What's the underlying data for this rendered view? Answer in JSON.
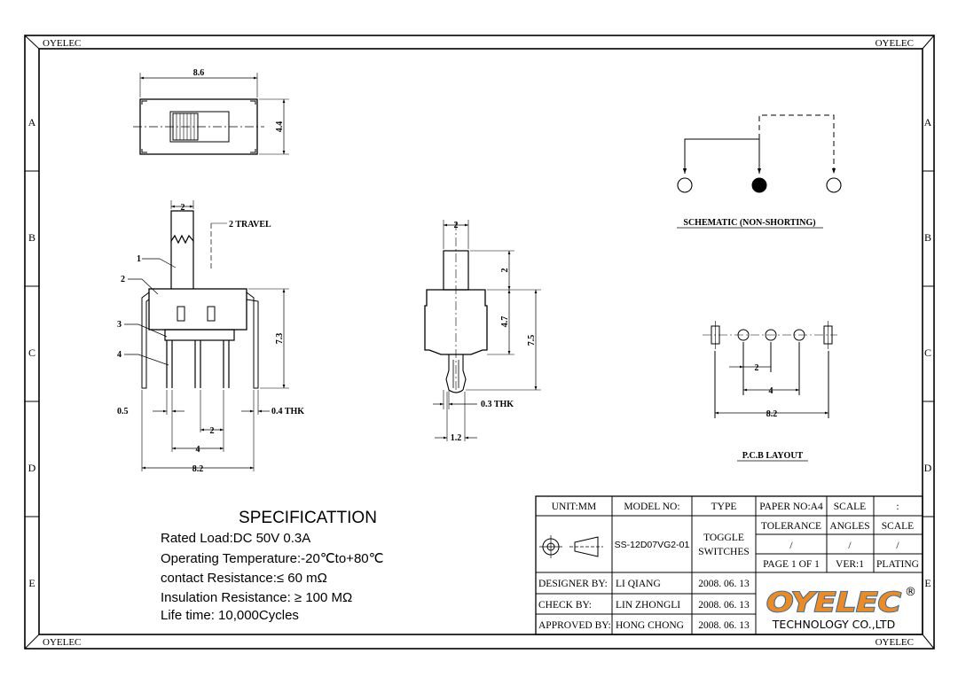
{
  "sheet": {
    "corner_brand": "OYELEC",
    "zones": [
      "A",
      "B",
      "C",
      "D",
      "E"
    ]
  },
  "views": {
    "top": {
      "dim_width": "8.6",
      "dim_height": "4.4"
    },
    "front": {
      "dim_pitch_top": "2",
      "travel_label": "2 TRAVEL",
      "callouts": [
        "1",
        "2",
        "3",
        "4"
      ],
      "dim_height": "7.3",
      "dim_pin": "0.5",
      "dim_thk": "0.4 THK",
      "dim_pitch": "2",
      "dim_span": "4",
      "dim_overall": "8.2"
    },
    "side": {
      "dim_width": "2",
      "dim_actuator": "2",
      "dim_body": "4.7",
      "dim_total": "7.5",
      "dim_thk": "0.3 THK",
      "dim_pin": "1.2"
    }
  },
  "schematic": {
    "title": "SCHEMATIC (NON-SHORTING)"
  },
  "pcb": {
    "title": "P.C.B LAYOUT",
    "dim_pitch": "2",
    "dim_span": "4",
    "dim_overall": "8.2"
  },
  "specification": {
    "title": "SPECIFICATTION",
    "lines": [
      "Rated Load:DC 50V 0.3A",
      "Operating Temperature:-20℃to+80℃",
      "contact Resistance:≤ 60 mΩ",
      "Insulation Resistance: ≥ 100 MΩ",
      "Life time: 10,000Cycles"
    ]
  },
  "title_block": {
    "unit": "UNIT:MM",
    "model_label": "MODEL NO:",
    "type_label": "TYPE",
    "paper": "PAPER NO:A4",
    "scale_label": "SCALE",
    "scale_value": ":",
    "model_no": "SS-12D07VG2-01",
    "type_line1": "TOGGLE",
    "type_line2": "SWITCHES",
    "tolerance": "TOLERANCE",
    "angles": "ANGLES",
    "scale2": "SCALE",
    "slash": "/",
    "page": "PAGE 1 OF 1",
    "ver": "VER:1",
    "plating": "PLATING",
    "designer_label": "DESIGNER BY:",
    "designer": "LI QIANG",
    "designer_date": "2008. 06. 13",
    "check_label": "CHECK BY:",
    "checker": "LIN ZHONGLI",
    "check_date": "2008. 06. 13",
    "approved_label": "APPROVED BY:",
    "approver": "HONG CHONG",
    "approved_date": "2008. 06. 13",
    "logo_text": "OYELEC",
    "registered": "®",
    "company": "TECHNOLOGY CO.,LTD"
  },
  "colors": {
    "logo_orange": "#f08a1c",
    "logo_blue": "#2a6cb3",
    "ink": "#000000"
  }
}
